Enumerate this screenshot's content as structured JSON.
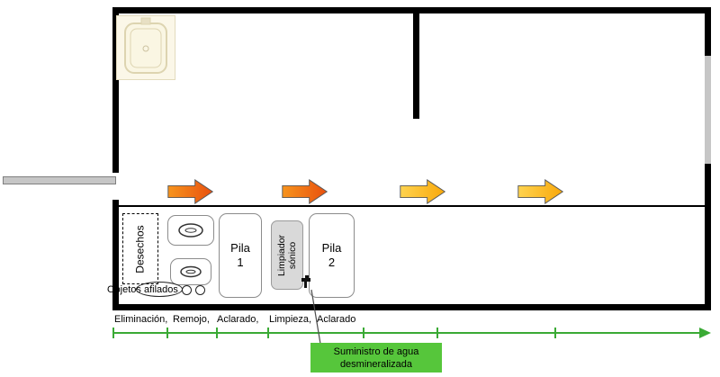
{
  "colors": {
    "wall": "#000000",
    "doorGray": "#c6c6c6",
    "equipmentGray": "#d9d9d9",
    "arrowOrangeStart": "#f7941d",
    "arrowOrangeEnd": "#e8500e",
    "arrowYellowStart": "#ffd34f",
    "arrowYellowEnd": "#f8a80b",
    "timelineGreen": "#3aaa35",
    "calloutGreen": "#56c63b"
  },
  "room": {
    "stations": {
      "waste": {
        "label": "Desechos"
      },
      "sink1": {
        "line1": "Pila",
        "line2": "1"
      },
      "sonic": {
        "line1": "Limpiador",
        "line2": "sónico"
      },
      "sink2": {
        "line1": "Pila",
        "line2": "2"
      }
    },
    "sharps_label": "Objetos afilados"
  },
  "phases": [
    {
      "label": "Eliminación,"
    },
    {
      "label": "Remojo,"
    },
    {
      "label": "Aclarado,"
    },
    {
      "label": "Limpieza,"
    },
    {
      "label": "Aclarado"
    }
  ],
  "water_callout": {
    "line1": "Suministro de agua",
    "line2": "desmineralizada"
  }
}
